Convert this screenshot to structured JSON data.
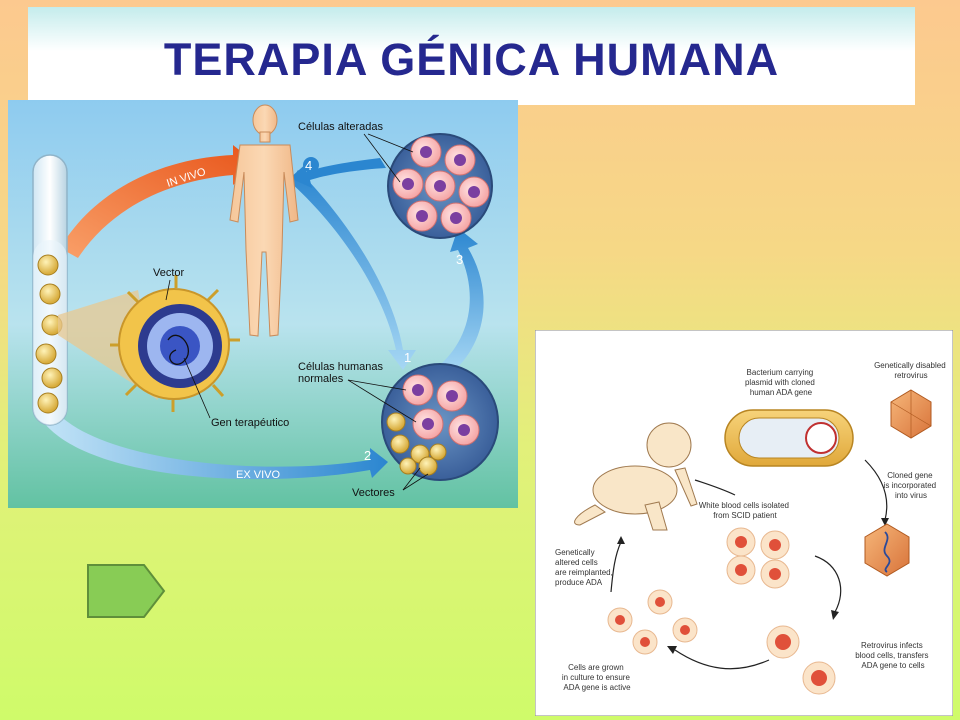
{
  "title": "TERAPIA GÉNICA HUMANA",
  "left_diagram": {
    "altered_cells": "Células alteradas",
    "in_vivo": "IN VIVO",
    "ex_vivo": "EX VIVO",
    "vector": "Vector",
    "normal_cells_line1": "Células humanas",
    "normal_cells_line2": "normales",
    "therapeutic_gene": "Gen terapéutico",
    "vectors": "Vectores",
    "step1": "1",
    "step2": "2",
    "step3": "3",
    "step4": "4"
  },
  "right_diagram": {
    "virus_l1": "Genetically disabled",
    "virus_l2": "retrovirus",
    "bact_l1": "Bacterium carrying",
    "bact_l2": "plasmid with cloned",
    "bact_l3": "human ADA gene",
    "cloned_l1": "Cloned gene",
    "cloned_l2": "is incorporated",
    "cloned_l3": "into virus",
    "wbc_l1": "White blood cells isolated",
    "wbc_l2": "from SCID patient",
    "reimpl_l1": "Genetically",
    "reimpl_l2": "altered cells",
    "reimpl_l3": "are reimplanted,",
    "reimpl_l4": "produce ADA",
    "infect_l1": "Retrovirus infects",
    "infect_l2": "blood cells, transfers",
    "infect_l3": "ADA gene to cells",
    "grown_l1": "Cells are grown",
    "grown_l2": "in culture to ensure",
    "grown_l3": "ADA gene is active"
  },
  "colors": {
    "title": "#25288f",
    "nav_button": "#88cc55"
  },
  "icons": {
    "nav": "next-arrow-icon"
  }
}
